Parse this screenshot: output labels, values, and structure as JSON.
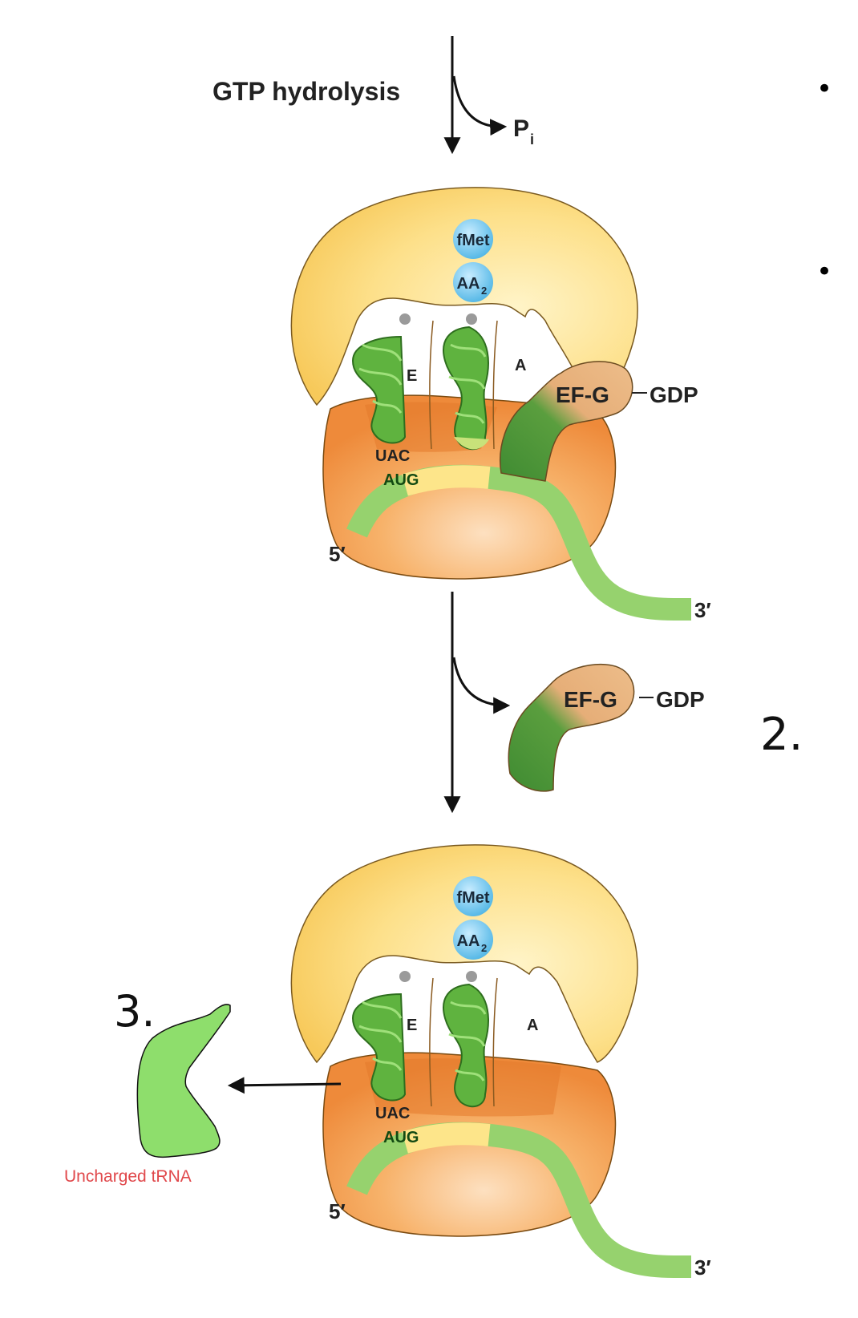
{
  "labels": {
    "gtp_hydrolysis": "GTP hydrolysis",
    "pi": "P",
    "pi_sub": "i",
    "step2": "2.",
    "step3": "3.",
    "uncharged_trna": "Uncharged tRNA",
    "bullet": "•"
  },
  "ribosome_top": {
    "fmet": "fMet",
    "aa2": "AA",
    "aa2_sub": "2",
    "site_e": "E",
    "site_a": "A",
    "ef_g": "EF-G",
    "gdp": "GDP",
    "anticodon": "UAC",
    "codon": "AUG",
    "five_prime": "5′",
    "three_prime": "3′"
  },
  "released_efg": {
    "ef_g": "EF-G",
    "gdp": "GDP"
  },
  "ribosome_bottom": {
    "fmet": "fMet",
    "aa2": "AA",
    "aa2_sub": "2",
    "site_e": "E",
    "site_a": "A",
    "anticodon": "UAC",
    "codon": "AUG",
    "five_prime": "5′",
    "three_prime": "3′"
  },
  "colors": {
    "large_subunit": "#fbd66a",
    "small_subunit": "#f5a654",
    "trna": "#5fb33f",
    "mrna": "#96d26e",
    "ef_g_body": "#e8b27c",
    "ef_g_stem": "#4c9a3c",
    "bead": "#6cc8f0",
    "label_red": "#e0484b"
  }
}
